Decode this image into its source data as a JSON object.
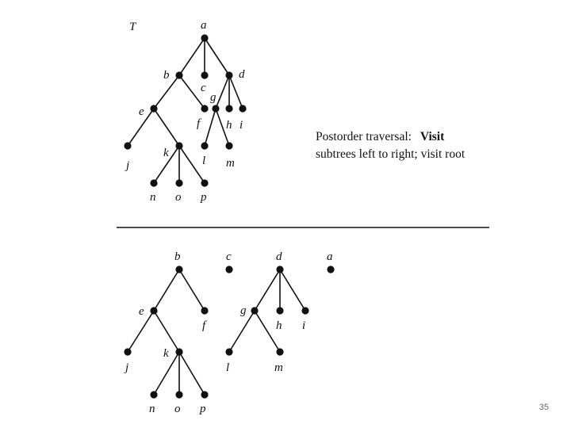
{
  "slide": {
    "tree_title": "T",
    "page_number": "35",
    "caption": {
      "line1": "Postorder traversal:",
      "line1_emphasis": "Visit",
      "line2": "subtrees left to right; visit root"
    }
  },
  "top_tree": {
    "nodes": [
      {
        "id": "a",
        "label": "a"
      },
      {
        "id": "b",
        "label": "b"
      },
      {
        "id": "c",
        "label": "c"
      },
      {
        "id": "d",
        "label": "d"
      },
      {
        "id": "e",
        "label": "e"
      },
      {
        "id": "f",
        "label": "f"
      },
      {
        "id": "g",
        "label": "g"
      },
      {
        "id": "h",
        "label": "h"
      },
      {
        "id": "i",
        "label": "i"
      },
      {
        "id": "j",
        "label": "j"
      },
      {
        "id": "k",
        "label": "k"
      },
      {
        "id": "l",
        "label": "l"
      },
      {
        "id": "m",
        "label": "m"
      },
      {
        "id": "n",
        "label": "n"
      },
      {
        "id": "o",
        "label": "o"
      },
      {
        "id": "p",
        "label": "p"
      }
    ],
    "edges": [
      [
        "a",
        "b"
      ],
      [
        "a",
        "c"
      ],
      [
        "a",
        "d"
      ],
      [
        "b",
        "e"
      ],
      [
        "b",
        "f"
      ],
      [
        "d",
        "g"
      ],
      [
        "d",
        "h"
      ],
      [
        "d",
        "i"
      ],
      [
        "e",
        "j"
      ],
      [
        "e",
        "k"
      ],
      [
        "g",
        "l"
      ],
      [
        "g",
        "m"
      ],
      [
        "k",
        "n"
      ],
      [
        "k",
        "o"
      ],
      [
        "k",
        "p"
      ]
    ]
  },
  "bottom_forest": {
    "nodes": [
      {
        "id": "b",
        "label": "b"
      },
      {
        "id": "c",
        "label": "c"
      },
      {
        "id": "d",
        "label": "d"
      },
      {
        "id": "a",
        "label": "a"
      },
      {
        "id": "e",
        "label": "e"
      },
      {
        "id": "f",
        "label": "f"
      },
      {
        "id": "g",
        "label": "g"
      },
      {
        "id": "h",
        "label": "h"
      },
      {
        "id": "i",
        "label": "i"
      },
      {
        "id": "j",
        "label": "j"
      },
      {
        "id": "k",
        "label": "k"
      },
      {
        "id": "l",
        "label": "l"
      },
      {
        "id": "m",
        "label": "m"
      },
      {
        "id": "n",
        "label": "n"
      },
      {
        "id": "o",
        "label": "o"
      },
      {
        "id": "p",
        "label": "p"
      }
    ],
    "edges": [
      [
        "b",
        "e"
      ],
      [
        "b",
        "f"
      ],
      [
        "d",
        "g"
      ],
      [
        "d",
        "h"
      ],
      [
        "d",
        "i"
      ],
      [
        "e",
        "j"
      ],
      [
        "e",
        "k"
      ],
      [
        "g",
        "l"
      ],
      [
        "g",
        "m"
      ],
      [
        "k",
        "n"
      ],
      [
        "k",
        "o"
      ],
      [
        "k",
        "p"
      ]
    ]
  }
}
